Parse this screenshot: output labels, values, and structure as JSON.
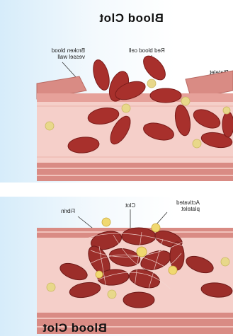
{
  "top": {
    "title": "Blood Clot",
    "labels": {
      "broken_wall": "Broken blood vessel wall",
      "red_cell": "Red blood cell",
      "platelet": "Platelet"
    }
  },
  "bottom": {
    "title": "Blood Clot",
    "labels": {
      "fibrin": "Fibrin",
      "clot": "Clot",
      "activated_platelet": "Activated platelet"
    }
  },
  "colors": {
    "vessel_wall": "#d98b84",
    "vessel_lumen": "#f5cfc9",
    "red_cell": "#a8302c",
    "red_cell_dark": "#7a1c1a",
    "platelet": "#e8d88a",
    "background": "#d6ecfa"
  }
}
